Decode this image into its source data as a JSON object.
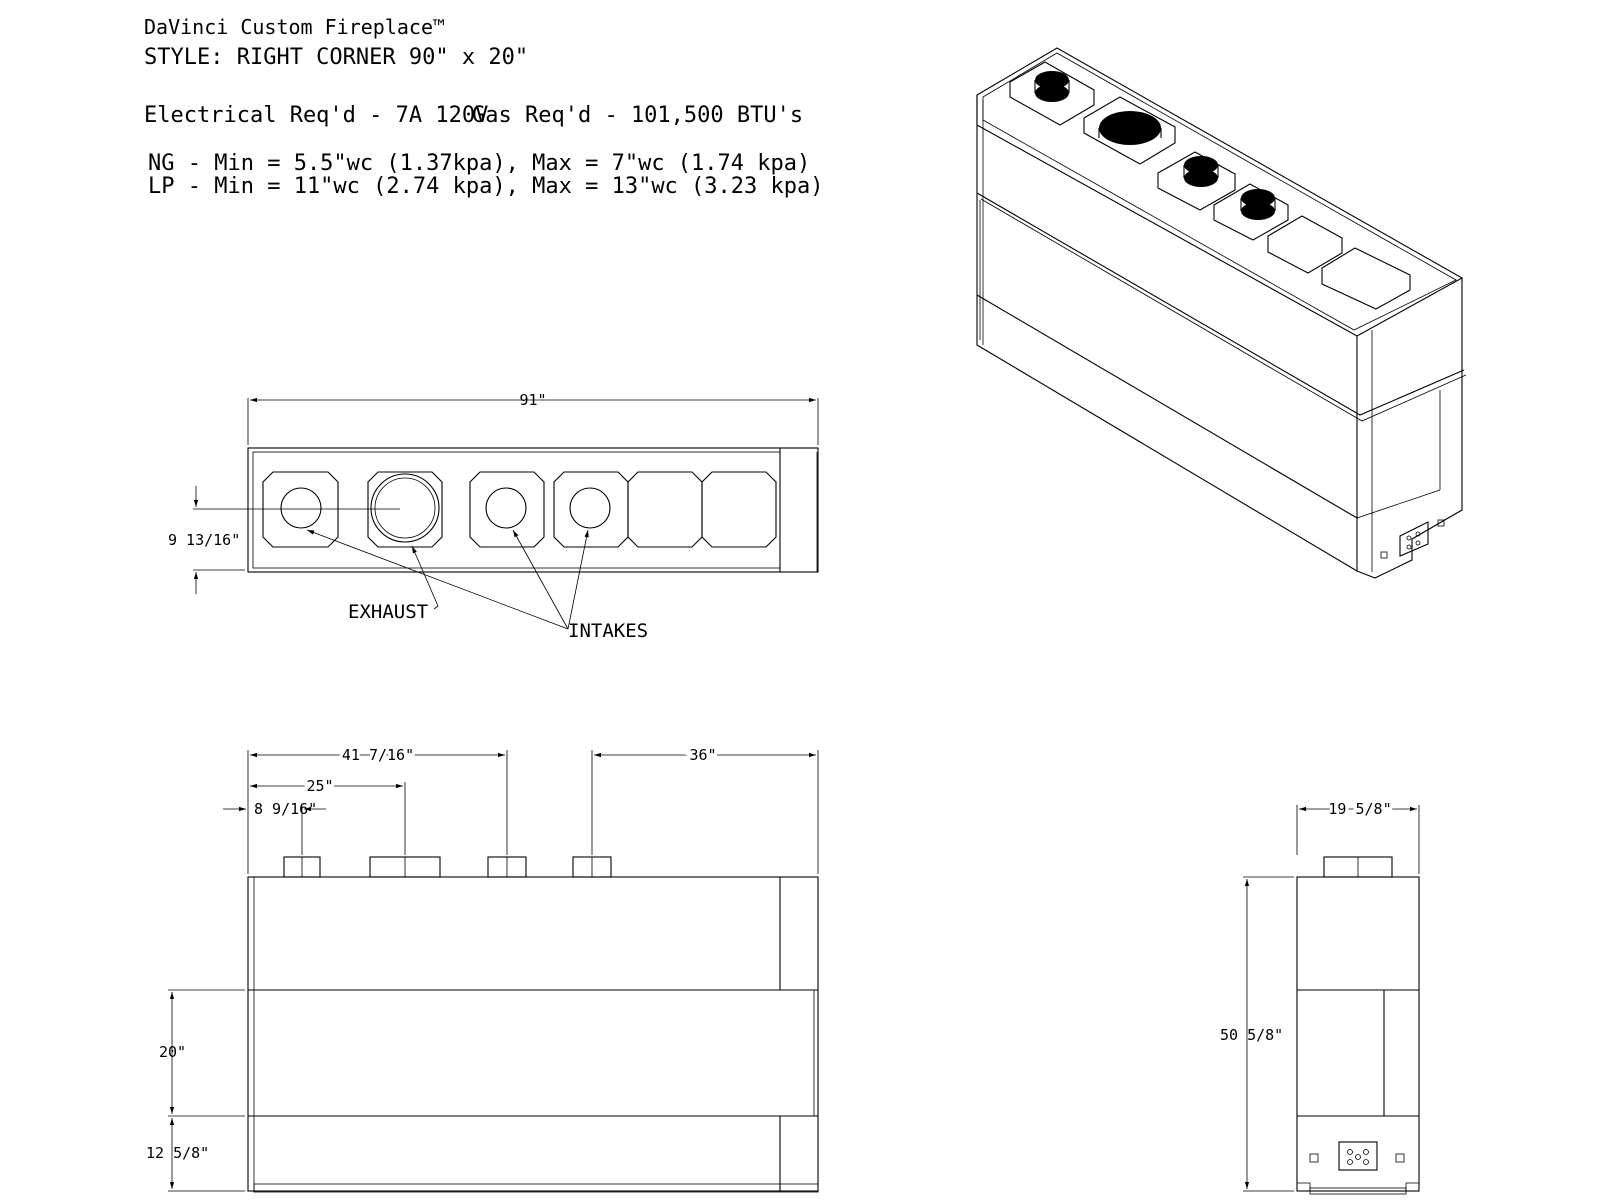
{
  "header": {
    "product": "DaVinci Custom Fireplace™",
    "style": "STYLE: RIGHT CORNER 90\" x 20\""
  },
  "requirements": {
    "electrical": "Electrical Req'd - 7A 120V",
    "gas": "Gas Req'd - 101,500 BTU's",
    "ng": "NG - Min = 5.5\"wc (1.37kpa),  Max = 7\"wc (1.74 kpa)",
    "lp": "LP -  Min = 11\"wc (2.74 kpa),   Max = 13\"wc (3.23 kpa)"
  },
  "top_view": {
    "width_dim": "91\"",
    "depth_dim": "9 13/16\"",
    "exhaust_label": "EXHAUST",
    "intakes_label": "INTAKES"
  },
  "front_view": {
    "dim_41": "41 7/16\"",
    "dim_25": "25\"",
    "dim_8": "8 9/16\"",
    "dim_36": "36\"",
    "dim_20": "20\"",
    "dim_12": "12 5/8\""
  },
  "side_view": {
    "width_dim": "19 5/8\"",
    "height_dim": "50 5/8\""
  }
}
